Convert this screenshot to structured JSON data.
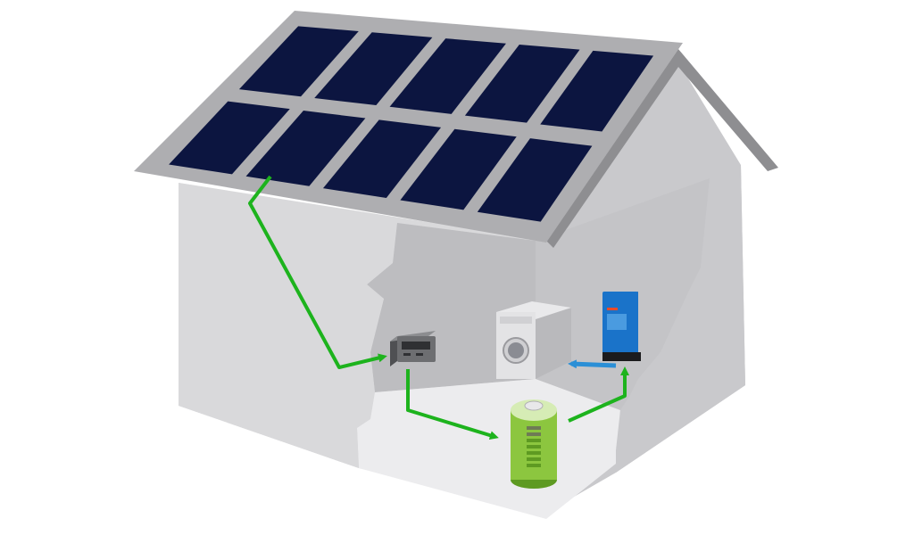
{
  "diagram": {
    "colors": {
      "background": "#ffffff",
      "wall_front": "#d9d9db",
      "wall_side": "#c9c9cc",
      "interior_back": "#bdbdc0",
      "interior_side": "#c4c4c7",
      "floor": "#ececee",
      "roof_frame": "#aeaeb1",
      "roof_edge": "#8e8e91",
      "solar_cell": "#0c1540",
      "dc_flow_arrow": "#1db31d",
      "ac_flow_arrow": "#2b8fd6",
      "battery": "#8cc63f",
      "battery_dark": "#5e9a22",
      "inverter": "#1a73c9",
      "inverter_accent": "#e84b2a",
      "charge_controller": "#6d6e71"
    },
    "components": [
      {
        "id": "solar-array",
        "icon": "solar-panel-icon",
        "panels": 10
      },
      {
        "id": "charge-controller",
        "icon": "charge-controller-icon"
      },
      {
        "id": "battery",
        "icon": "battery-icon"
      },
      {
        "id": "inverter",
        "icon": "inverter-icon"
      },
      {
        "id": "washing-machine",
        "icon": "washing-machine-icon"
      }
    ],
    "flows": [
      {
        "from": "solar-array",
        "to": "charge-controller",
        "type": "dc"
      },
      {
        "from": "charge-controller",
        "to": "battery",
        "type": "dc"
      },
      {
        "from": "battery",
        "to": "inverter",
        "type": "dc"
      },
      {
        "from": "inverter",
        "to": "washing-machine",
        "type": "ac"
      }
    ]
  }
}
